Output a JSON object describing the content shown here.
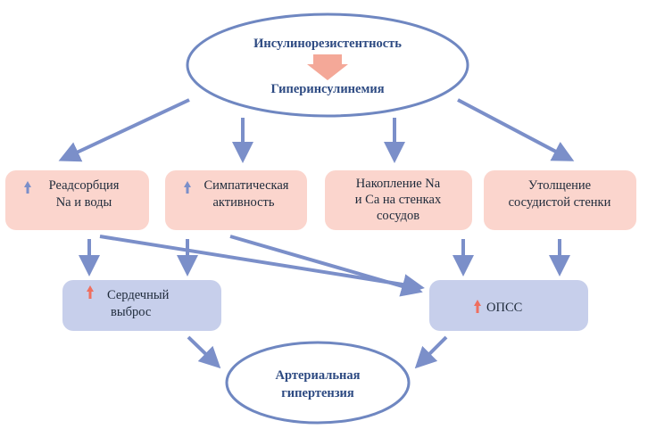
{
  "diagram": {
    "top_ellipse": {
      "line1": "Инсулинорезистентность",
      "line2": "Гиперинсулинемия"
    },
    "boxes": {
      "reabsorption": {
        "line1": "Реадсорбция",
        "line2": "Na и воды",
        "indicator": "up-arrow-icon"
      },
      "sympathetic": {
        "line1": "Симпатическая",
        "line2": "активность",
        "indicator": "up-arrow-icon"
      },
      "accumulation": {
        "line1": "Накопление Na",
        "line2": "и Ca на стенках",
        "line3": "сосудов"
      },
      "thickening": {
        "line1": "Утолщение",
        "line2": "сосудистой стенки"
      },
      "cardiac_output": {
        "line1": "Сердечный",
        "line2": "выброс",
        "indicator": "up-arrow-icon"
      },
      "opss": {
        "label": "ОПСС",
        "indicator": "up-arrow-icon"
      }
    },
    "bottom_ellipse": {
      "line1": "Артериальная",
      "line2": "гипертензия"
    }
  },
  "colors": {
    "ellipse_stroke": "#6f87c1",
    "header_text": "#2d4a82",
    "pink_box": "#fbd5cd",
    "blue_box": "#c7cfeb",
    "arrow": "#7b8fc9",
    "salmon_arrow": "#f4a898",
    "red_indicator": "#ef6f5f",
    "blue_indicator": "#7b8fc9"
  }
}
